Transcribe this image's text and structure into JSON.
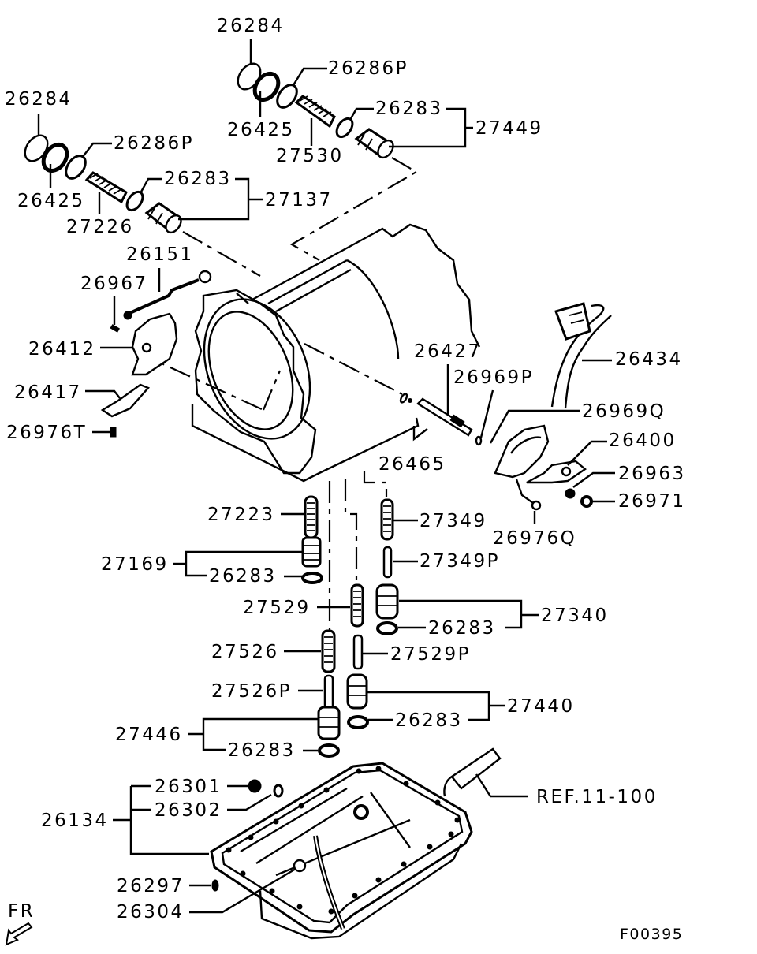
{
  "diagram": {
    "title": "Automatic transmission case, valves and oil pan — exploded parts view",
    "figure_code": "F00395",
    "orientation_label": "FR",
    "reference": "REF.11-100"
  },
  "parts": {
    "p26284_a": "26284",
    "p26286P_a": "26286P",
    "p26425_a": "26425",
    "p27530": "27530",
    "p26283_a": "26283",
    "p27449": "27449",
    "p26284_b": "26284",
    "p26286P_b": "26286P",
    "p26425_b": "26425",
    "p27226": "27226",
    "p26283_b": "26283",
    "p27137": "27137",
    "p26151": "26151",
    "p26967": "26967",
    "p26412": "26412",
    "p26417": "26417",
    "p26976T": "26976T",
    "p26427": "26427",
    "p26969P": "26969P",
    "p26434": "26434",
    "p26969Q": "26969Q",
    "p26400": "26400",
    "p26465": "26465",
    "p26963": "26963",
    "p26971": "26971",
    "p26976Q": "26976Q",
    "p27223": "27223",
    "p27349": "27349",
    "p27169": "27169",
    "p26283_c": "26283",
    "p27349P": "27349P",
    "p27529": "27529",
    "p27340": "27340",
    "p26283_d": "26283",
    "p27526": "27526",
    "p27529P": "27529P",
    "p27526P": "27526P",
    "p27440": "27440",
    "p27446": "27446",
    "p26283_e": "26283",
    "p26283_f": "26283",
    "p26301": "26301",
    "p26302": "26302",
    "p26134": "26134",
    "p26297": "26297",
    "p26304": "26304"
  },
  "icons": {
    "front_arrow": "front-direction-arrow"
  }
}
